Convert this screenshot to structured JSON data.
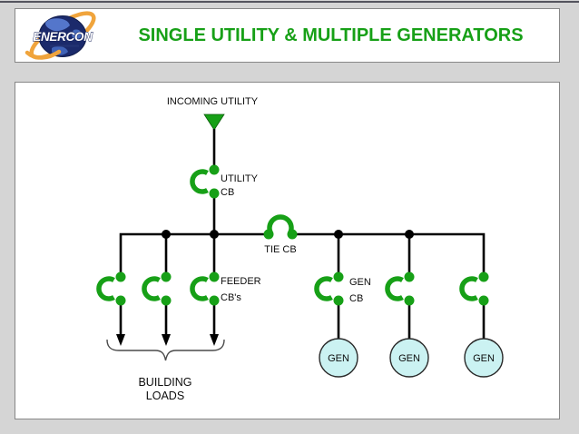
{
  "colors": {
    "bg": "#d5d5d5",
    "green": "#17a017",
    "gen_fill": "#cbf2f2",
    "logo_navy": "#1b2a6b",
    "logo_orange": "#f0a43c"
  },
  "header": {
    "logo_text": "ENERCON",
    "title": "SINGLE UTILITY & MULTIPLE GENERATORS"
  },
  "diagram": {
    "incoming_utility_label": "INCOMING UTILITY",
    "utility_cb": {
      "line1": "UTILITY",
      "line2": "CB"
    },
    "tie_cb_label": "TIE CB",
    "feeder_cbs": {
      "line1": "FEEDER",
      "line2": "CB's"
    },
    "gen_cb": {
      "line1": "GEN",
      "line2": "CB"
    },
    "building_loads": {
      "line1": "BUILDING",
      "line2": "LOADS"
    },
    "generators": [
      {
        "label": "GEN"
      },
      {
        "label": "GEN"
      },
      {
        "label": "GEN"
      }
    ]
  }
}
